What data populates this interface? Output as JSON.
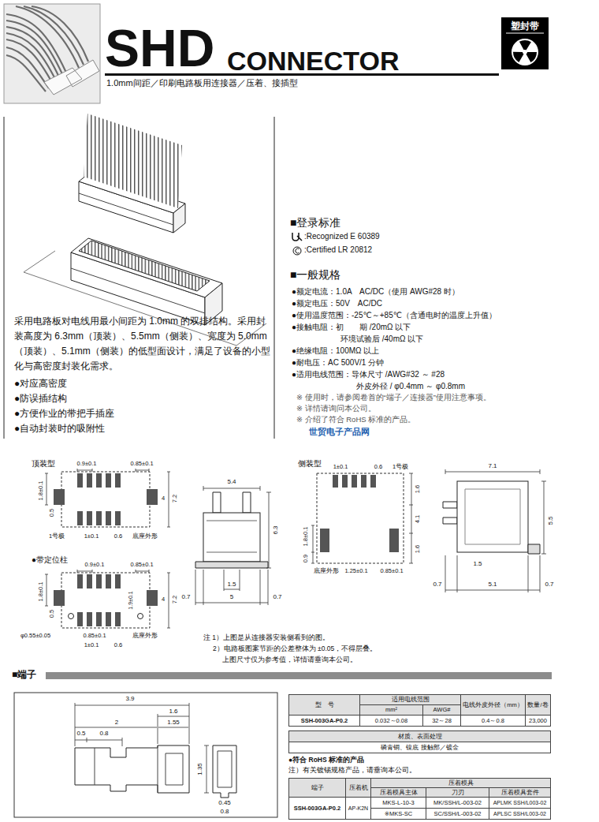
{
  "diagram": {
    "title": "SHD",
    "nodes": [
      {
        "text": [
          "塑封带"
        ]
      }
    ],
    "labels": [
      "CONNECTOR",
      "1.0mm间距／印刷电路板用连接器／压着、接插型",
      "■登录标准",
      ":Recognized E 60389",
      ":Certified LR 20812",
      "■一般规格",
      "●额定电流：1.0A　AC/DC（使用 AWG#28 时）",
      "●额定电压：50V　AC/DC",
      "●使用温度范围：-25℃～+85℃（含通电时的温度上升值）",
      "●接触电阻：初　　期 /20mΩ 以下",
      "环境试验后 /40mΩ 以下",
      "●绝缘电阻：100MΩ 以上",
      "●耐电压：AC 500V/1 分钟",
      "●适用电线范围：导体尺寸 /AWG#32 ～ #28",
      "外皮外径 / φ0.4mm ～ φ0.8mm",
      "※ 使用时，请参阅卷首的“端子／连接器”使用注意事项。",
      "※ 详情请询问本公司。",
      "※ 介绍了符合 RoHS 标准的产品。",
      "世贸电子产品网",
      "采用电路板对电线用最小间距为 1.0mm 的双排结构。采用封装高度为 6.3mm（顶装）、5.5mm（侧装）、宽度为 5.0mm（顶装）、5.1mm（侧装）的低型面设计，满足了设备的小型化与高密度封装化需求。",
      "●对应高密度",
      "●防误插结构",
      "●方便作业的带把手插座",
      "●自动封装时的吸附性",
      "顶装型",
      "0.9±0.1",
      "0.85±0.1",
      "1.8±0.1",
      "0.5",
      "4",
      "7.2",
      "1号极",
      "1±0.1",
      "0.6",
      "底座外形",
      "●带定位柱",
      "0.9±0.1",
      "0.85±0.1",
      "1.8±0.1",
      "0.5",
      "4",
      "7.2",
      "1.9±0.1",
      "0.85±0.1",
      "φ0.55±0.05",
      "底座外形",
      "1±0.1",
      "0.6",
      "5.4",
      "6.3",
      "1.5",
      "0.7",
      "5",
      "0.7",
      "侧装型",
      "1±0.1",
      "0.6",
      "1号极",
      "1.6",
      "4.1",
      "1.6",
      "1.8±0.1",
      "0.9",
      "底座外形",
      "1.25±0.1",
      "0.85±0.1",
      "7.1",
      "5.5",
      "1.5",
      "0.7",
      "5.1",
      "0.7",
      "注 1）上图是从连接器安装侧看到的图。",
      "2）电路板图案节距的公差整体为 ±0.05，不得层叠。",
      "上图尺寸仅为参考值，详情请垂询本公司。",
      "■端子",
      "3.9",
      "1.6",
      "2",
      "1.55",
      "0.5",
      "0.8",
      "1.35",
      "0.45",
      "0.8",
      "型　号",
      "适用电线范围",
      "电线外皮外径（mm）",
      "数量/卷",
      "mm²",
      "AWG#",
      "SSH-003GA-P0.2",
      "0.032～0.08",
      "32～28",
      "0.4～0.8",
      "23,000",
      "材质、表面处理",
      "磷青铜、镍底 接触部／镀金",
      "●符合 RoHS 标准的产品",
      "注）有关镀锡规格产品，请垂询本公司。",
      "端子",
      "压着机",
      "压着模具",
      "压着模具主体",
      "刀刃",
      "压着模具套件",
      "SSH-003GA-P0.2",
      "AP-K2N",
      "MKS-L-10-3",
      "MK/SSH/L-003-02",
      "APLMK SSH/L003-02",
      "※MKS-SC",
      "SC/SSH/L-003-02",
      "APLSC SSH/L003-02"
    ]
  }
}
